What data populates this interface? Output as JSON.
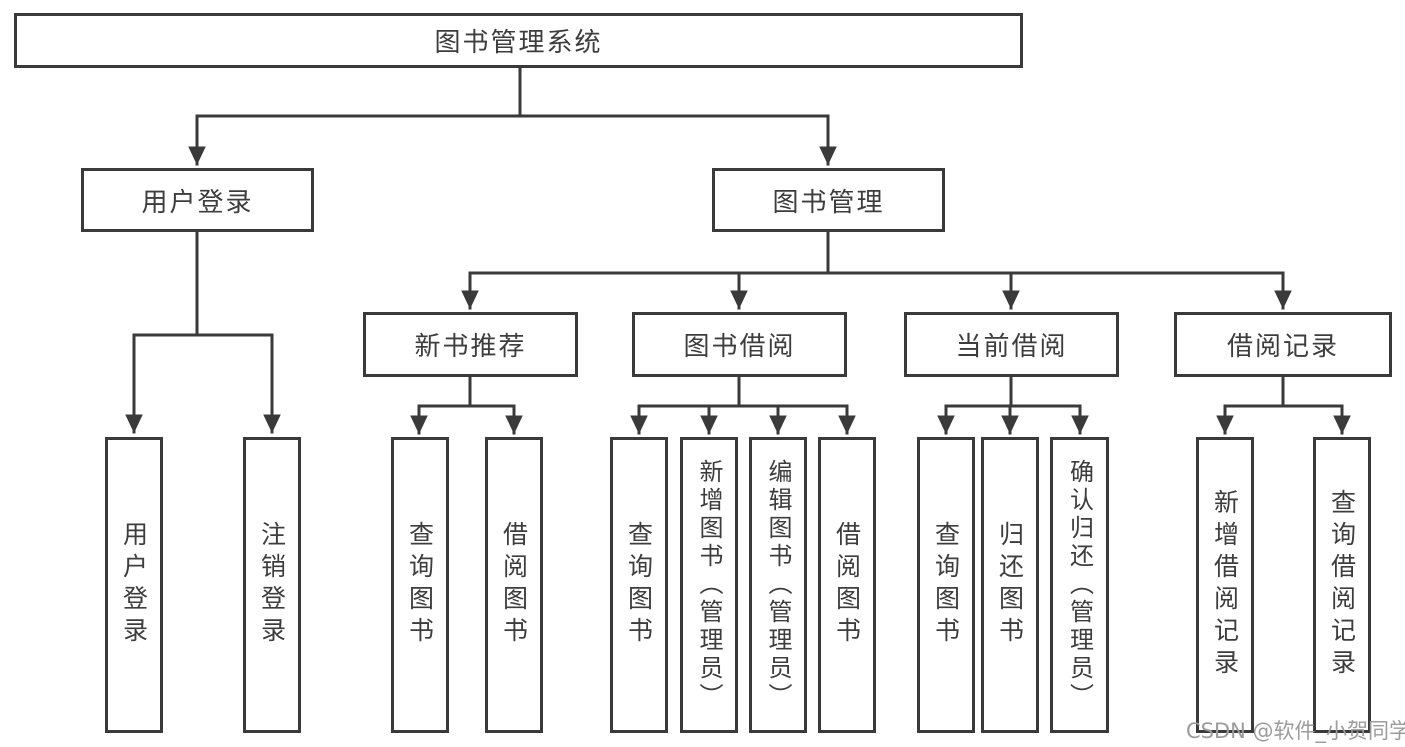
{
  "diagram_type": "functional-structure-tree",
  "tree": {
    "root": {
      "label": "图书管理系统"
    },
    "branches": [
      {
        "label": "用户登录",
        "children": [
          {
            "label": "用户登录"
          },
          {
            "label": "注销登录"
          }
        ]
      },
      {
        "label": "图书管理",
        "children": [
          {
            "label": "新书推荐",
            "children": [
              {
                "label": "查询图书"
              },
              {
                "label": "借阅图书"
              }
            ]
          },
          {
            "label": "图书借阅",
            "children": [
              {
                "label": "查询图书"
              },
              {
                "label": "新增图书（管理员）"
              },
              {
                "label": "编辑图书（管理员）"
              },
              {
                "label": "借阅图书"
              }
            ]
          },
          {
            "label": "当前借阅",
            "children": [
              {
                "label": "查询图书"
              },
              {
                "label": "归还图书"
              },
              {
                "label": "确认归还（管理员）"
              }
            ]
          },
          {
            "label": "借阅记录",
            "children": [
              {
                "label": "新增借阅记录"
              },
              {
                "label": "查询借阅记录"
              }
            ]
          }
        ]
      }
    ]
  },
  "watermark": "CSDN @软件_小贺同学",
  "colors": {
    "line": "#3a3a3a",
    "border": "#3a3a3a",
    "text": "#3d3d3d",
    "watermark_text": "#9c9c9c",
    "background": "#ffffff"
  }
}
